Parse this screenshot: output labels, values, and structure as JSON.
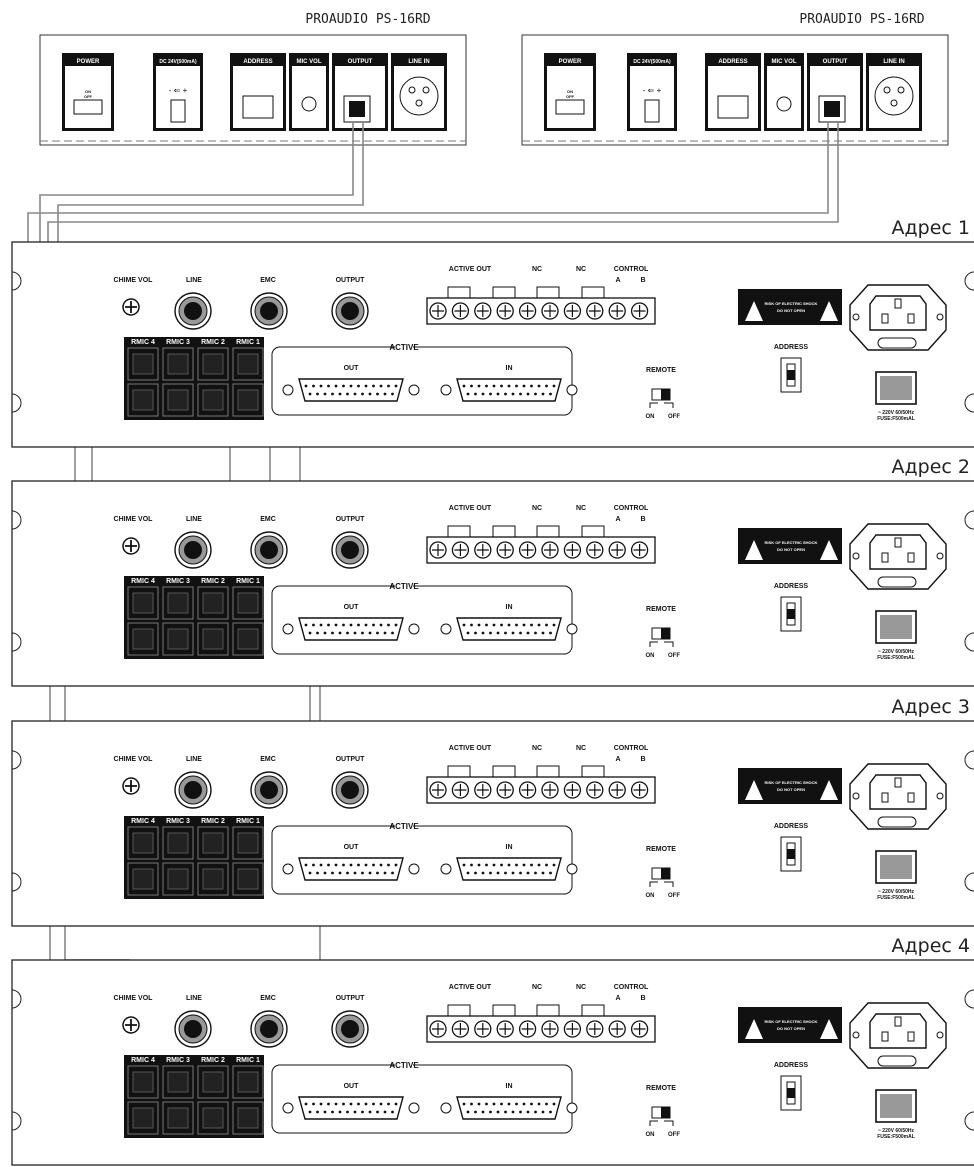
{
  "paging_panels": [
    {
      "model": "PROAUDIO PS-16RD",
      "labels": {
        "power": "POWER",
        "dc": "DC 24V(500mA)",
        "address": "ADDRESS",
        "mic_vol": "MIC VOL",
        "output": "OUTPUT",
        "line_in": "LINE IN",
        "on": "ON",
        "off": "OFF"
      }
    },
    {
      "model": "PROAUDIO PS-16RD",
      "labels": {
        "power": "POWER",
        "dc": "DC 24V(500mA)",
        "address": "ADDRESS",
        "mic_vol": "MIC VOL",
        "output": "OUTPUT",
        "line_in": "LINE IN",
        "on": "ON",
        "off": "OFF"
      }
    }
  ],
  "units": [
    {
      "address_label": "Адрес 1"
    },
    {
      "address_label": "Адрес 2"
    },
    {
      "address_label": "Адрес 3"
    },
    {
      "address_label": "Адрес 4"
    }
  ],
  "unit_labels": {
    "chime_vol": "CHIME VOL",
    "line": "LINE",
    "emc": "EMC",
    "output": "OUTPUT",
    "active_out": "ACTIVE OUT",
    "nc1": "NC",
    "nc2": "NC",
    "control": "CONTROL",
    "a": "A",
    "b": "B",
    "rmic": [
      "RMIC 4",
      "RMIC 3",
      "RMIC 2",
      "RMIC 1"
    ],
    "active": "ACTIVE",
    "out": "OUT",
    "in": "IN",
    "remote": "REMOTE",
    "on": "ON",
    "off": "OFF",
    "address": "ADDRESS",
    "warning_line1": "RISK OF ELECTRIC SHOCK",
    "warning_line2": "DO NOT OPEN",
    "power_rating": "~ 220V 60/50Hz",
    "fuse": "FUSE:F500mAL"
  }
}
